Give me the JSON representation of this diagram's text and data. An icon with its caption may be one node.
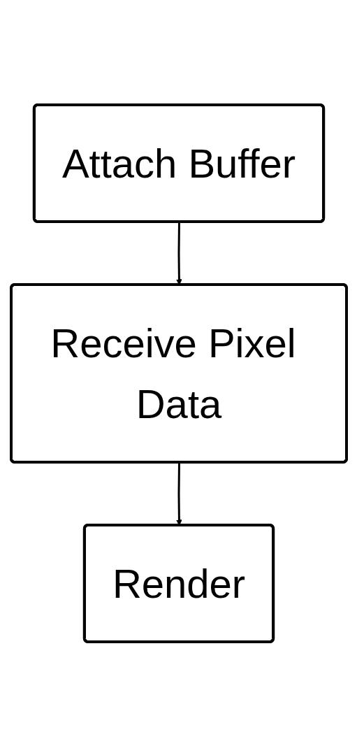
{
  "diagram": {
    "nodes": [
      {
        "text": [
          "Attach Buffer"
        ]
      },
      {
        "text": [
          "Receive Pixel Data"
        ]
      },
      {
        "text": [
          "Render"
        ]
      }
    ],
    "edges": [
      {
        "from": 0,
        "to": 1,
        "arrow": "to"
      },
      {
        "from": 1,
        "to": 2,
        "arrow": "to"
      }
    ]
  }
}
